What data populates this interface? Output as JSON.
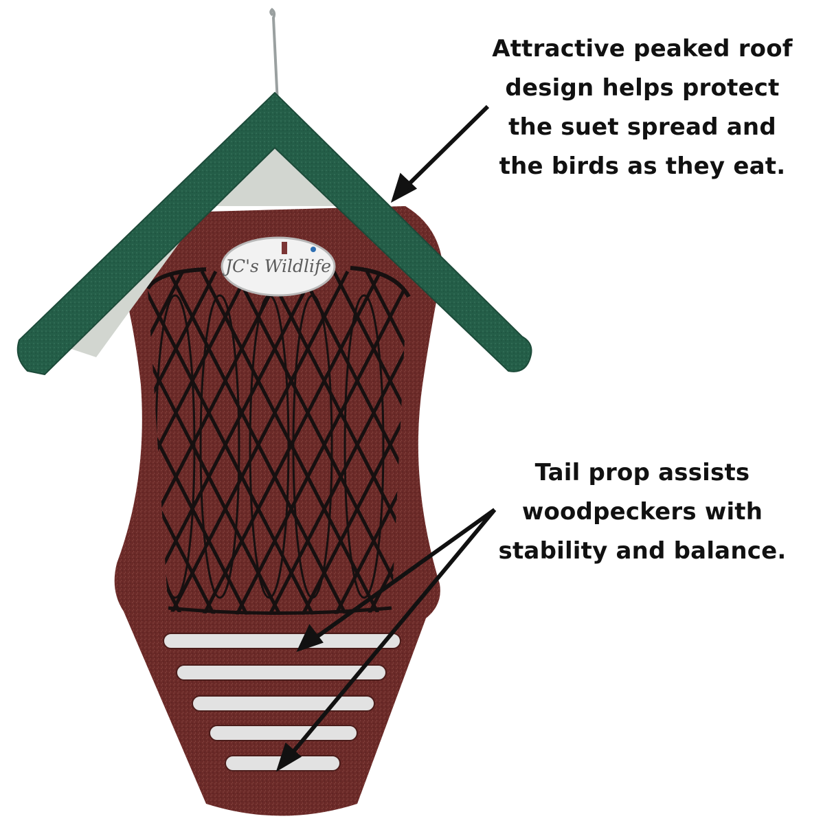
{
  "logo": {
    "text": "JC's Wildlife"
  },
  "callouts": {
    "roof": {
      "lines": [
        "Attractive peaked roof",
        "design helps protect",
        "the suet spread and",
        "the birds as they eat."
      ]
    },
    "tail": {
      "lines": [
        "Tail prop assists",
        "woodpeckers with",
        "stability and balance."
      ]
    }
  },
  "colors": {
    "roof_green": "#245e48",
    "roof_underside": "#d2d6d0",
    "body_brown": "#6b2a28",
    "lattice_line": "#161010",
    "slot_fill": "#e2e2e2",
    "text": "#111111",
    "arrow": "#111111"
  }
}
